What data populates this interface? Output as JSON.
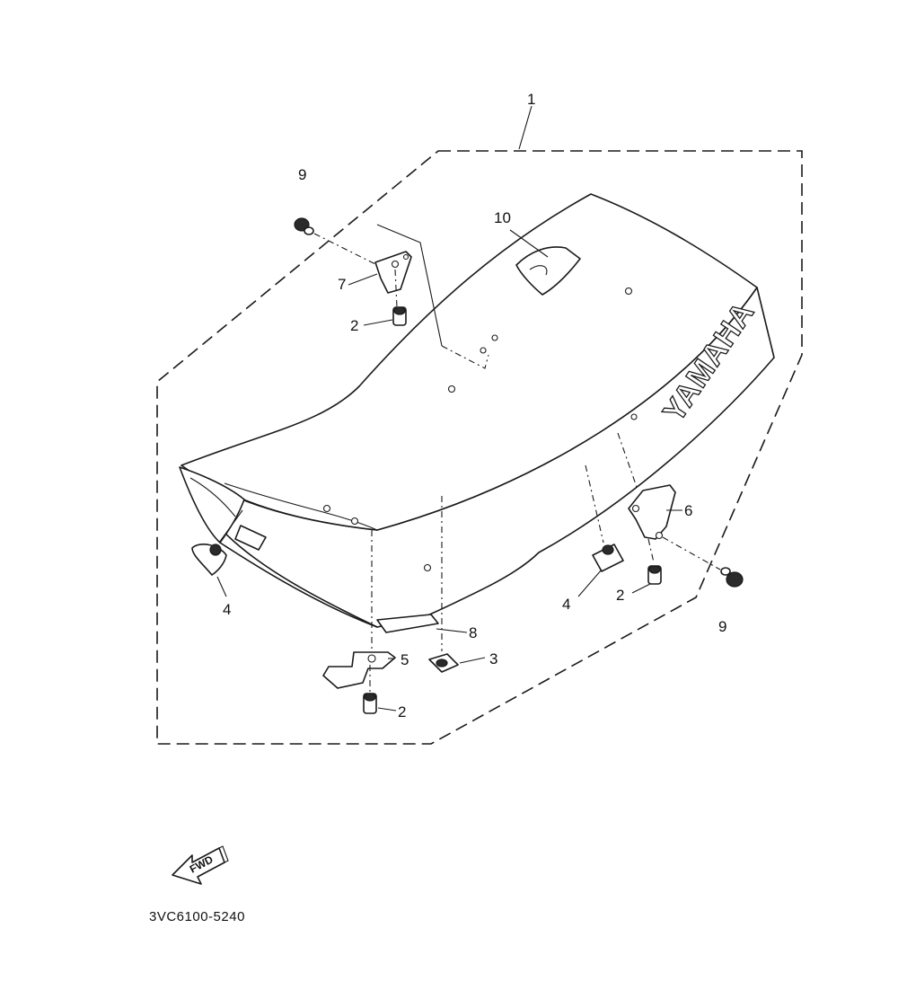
{
  "diagram": {
    "brand_text": "YAMAHA",
    "fwd_label": "FWD",
    "part_code": "3VC6100-5240",
    "callouts": {
      "c1": "1",
      "c2a": "2",
      "c2b": "2",
      "c2c": "2",
      "c3": "3",
      "c4a": "4",
      "c4b": "4",
      "c5": "5",
      "c6": "6",
      "c7": "7",
      "c8": "8",
      "c9a": "9",
      "c9b": "9",
      "c10": "10"
    }
  }
}
